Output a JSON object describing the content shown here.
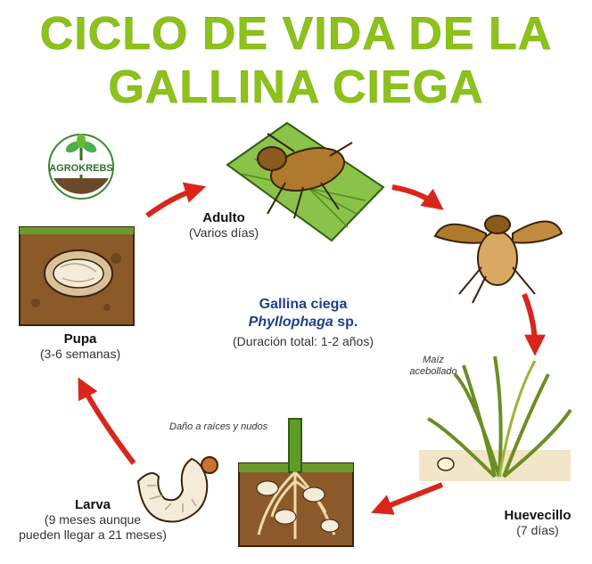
{
  "title": {
    "line1": "CICLO DE VIDA DE LA",
    "line2": "GALLINA CIEGA"
  },
  "logo": {
    "text": "AGROKREBS"
  },
  "center": {
    "name": "Gallina ciega",
    "species_genus": "Phyllophaga",
    "species_suffix": " sp.",
    "duration": "(Duración total: 1-2 años)"
  },
  "stages": {
    "adult": {
      "name": "Adulto",
      "duration": "(Varios días)"
    },
    "egg": {
      "name": "Huevecillo",
      "duration": "(7 días)"
    },
    "larva": {
      "name": "Larva",
      "duration_line1": "(9 meses aunque",
      "duration_line2": "pueden llegar a 21 meses)"
    },
    "pupa": {
      "name": "Pupa",
      "duration": "(3-6 semanas)"
    }
  },
  "notes": {
    "maize_line1": "Maíz",
    "maize_line2": "acebollado",
    "damage": "Daño a raíces y nudos"
  },
  "colors": {
    "title": "#8cc21a",
    "arrow": "#d9261c",
    "center_text": "#1e3f8c",
    "soil": "#8a5a2b"
  }
}
